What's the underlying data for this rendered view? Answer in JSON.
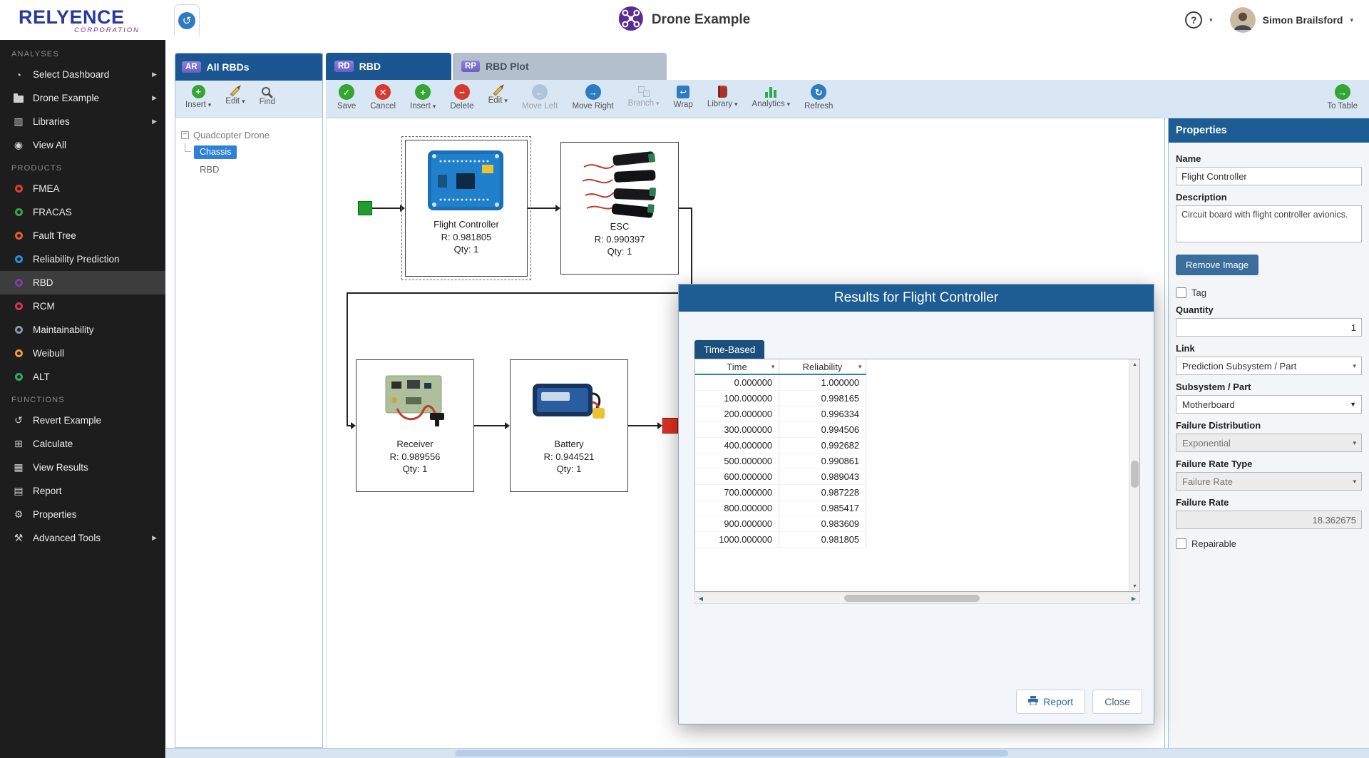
{
  "header": {
    "logo": {
      "title": "RELYENCE",
      "subtitle": "CORPORATION"
    },
    "app_title": "Drone Example",
    "user_name": "Simon Brailsford"
  },
  "icons": {
    "caret": "▾",
    "chevron": "▶",
    "gauge": "◔",
    "books": "▥",
    "eye": "◉",
    "revert": "↺",
    "calc": "⊞",
    "results": "▦",
    "report": "▤",
    "gear": "⚙",
    "tools": "⚒",
    "wrap": "↩",
    "collapse": "↺",
    "help": "?",
    "expander_minus": "−",
    "up": "▲",
    "down": "▼",
    "left": "◀",
    "right": "▶"
  },
  "colors": {
    "header_blue": "#1b5692",
    "modal_header_blue": "#1d5d94",
    "badge_purple": "#7668cc",
    "toolbar_bg": "#d9e6f3",
    "selection_blue": "#2f80d8",
    "accent_green": "#33a532",
    "accent_red": "#d8392e",
    "accent_blue": "#2d7cc1",
    "remove_image_blue": "#3c6e9d"
  },
  "sidebar": {
    "sections": [
      {
        "label": "ANALYSES",
        "items": [
          {
            "label": "Select Dashboard"
          },
          {
            "label": "Drone Example"
          },
          {
            "label": "Libraries"
          },
          {
            "label": "View All"
          }
        ]
      },
      {
        "label": "PRODUCTS",
        "items": [
          {
            "label": "FMEA",
            "color": "#e23d2e"
          },
          {
            "label": "FRACAS",
            "color": "#3aa648"
          },
          {
            "label": "Fault Tree",
            "color": "#e85c2b"
          },
          {
            "label": "Reliability Prediction",
            "color": "#2f8fd6"
          },
          {
            "label": "RBD",
            "color": "#7d3fa8"
          },
          {
            "label": "RCM",
            "color": "#d6325a"
          },
          {
            "label": "Maintainability",
            "color": "#8598a8"
          },
          {
            "label": "Weibull",
            "color": "#e89a2d"
          },
          {
            "label": "ALT",
            "color": "#2fae62"
          }
        ]
      },
      {
        "label": "FUNCTIONS",
        "items": [
          {
            "label": "Revert Example"
          },
          {
            "label": "Calculate"
          },
          {
            "label": "View Results"
          },
          {
            "label": "Report"
          },
          {
            "label": "Properties"
          },
          {
            "label": "Advanced Tools"
          }
        ]
      }
    ]
  },
  "all_rbds_panel": {
    "badge": "AR",
    "title": "All RBDs",
    "toolbar": {
      "insert": "Insert",
      "edit": "Edit",
      "find": "Find"
    },
    "tree": {
      "root": "Quadcopter Drone",
      "selected": "Chassis",
      "item": "RBD"
    }
  },
  "rbd_panel": {
    "tabs": [
      {
        "badge": "RD",
        "label": "RBD"
      },
      {
        "badge": "RP",
        "label": "RBD Plot"
      }
    ],
    "toolbar": [
      {
        "label": "Save",
        "glyph": "✓",
        "color": "#33a532"
      },
      {
        "label": "Cancel",
        "glyph": "✕",
        "color": "#d8392e"
      },
      {
        "label": "Insert",
        "glyph": "+",
        "color": "#33a532"
      },
      {
        "label": "Delete",
        "glyph": "−",
        "color": "#d8392e"
      },
      {
        "label": "Edit"
      },
      {
        "label": "Move Left",
        "glyph": "←",
        "color": "#7f9db8"
      },
      {
        "label": "Move Right",
        "glyph": "→",
        "color": "#2d7cc1"
      },
      {
        "label": "Branch"
      },
      {
        "label": "Wrap"
      },
      {
        "label": "Library"
      },
      {
        "label": "Analytics"
      },
      {
        "label": "Refresh",
        "glyph": "↻",
        "color": "#2d7cc1"
      }
    ],
    "to_table": {
      "label": "To Table",
      "glyph": "→",
      "color": "#33a532"
    },
    "blocks": [
      {
        "name": "Flight Controller",
        "r": "R: 0.981805",
        "qty": "Qty: 1"
      },
      {
        "name": "ESC",
        "r": "R: 0.990397",
        "qty": "Qty: 1"
      },
      {
        "name": "Receiver",
        "r": "R: 0.989556",
        "qty": "Qty: 1"
      },
      {
        "name": "Battery",
        "r": "R: 0.944521",
        "qty": "Qty: 1"
      }
    ]
  },
  "results_modal": {
    "title": "Results for Flight Controller",
    "tab": "Time-Based",
    "columns": [
      "Time",
      "Reliability"
    ],
    "rows": [
      [
        "0.000000",
        "1.000000"
      ],
      [
        "100.000000",
        "0.998165"
      ],
      [
        "200.000000",
        "0.996334"
      ],
      [
        "300.000000",
        "0.994506"
      ],
      [
        "400.000000",
        "0.992682"
      ],
      [
        "500.000000",
        "0.990861"
      ],
      [
        "600.000000",
        "0.989043"
      ],
      [
        "700.000000",
        "0.987228"
      ],
      [
        "800.000000",
        "0.985417"
      ],
      [
        "900.000000",
        "0.983609"
      ],
      [
        "1000.000000",
        "0.981805"
      ]
    ],
    "report_label": "Report",
    "close_label": "Close"
  },
  "properties_panel": {
    "title": "Properties",
    "name_label": "Name",
    "name_value": "Flight Controller",
    "description_label": "Description",
    "description_value": "Circuit board with flight controller avionics.",
    "remove_image_label": "Remove Image",
    "tag_label": "Tag",
    "quantity_label": "Quantity",
    "quantity_value": "1",
    "link_label": "Link",
    "link_value": "Prediction Subsystem / Part",
    "subsystem_label": "Subsystem / Part",
    "subsystem_value": "Motherboard",
    "failure_distribution_label": "Failure Distribution",
    "failure_distribution_value": "Exponential",
    "failure_rate_type_label": "Failure Rate Type",
    "failure_rate_type_value": "Failure Rate",
    "failure_rate_label": "Failure Rate",
    "failure_rate_value": "18.362675",
    "repairable_label": "Repairable"
  }
}
